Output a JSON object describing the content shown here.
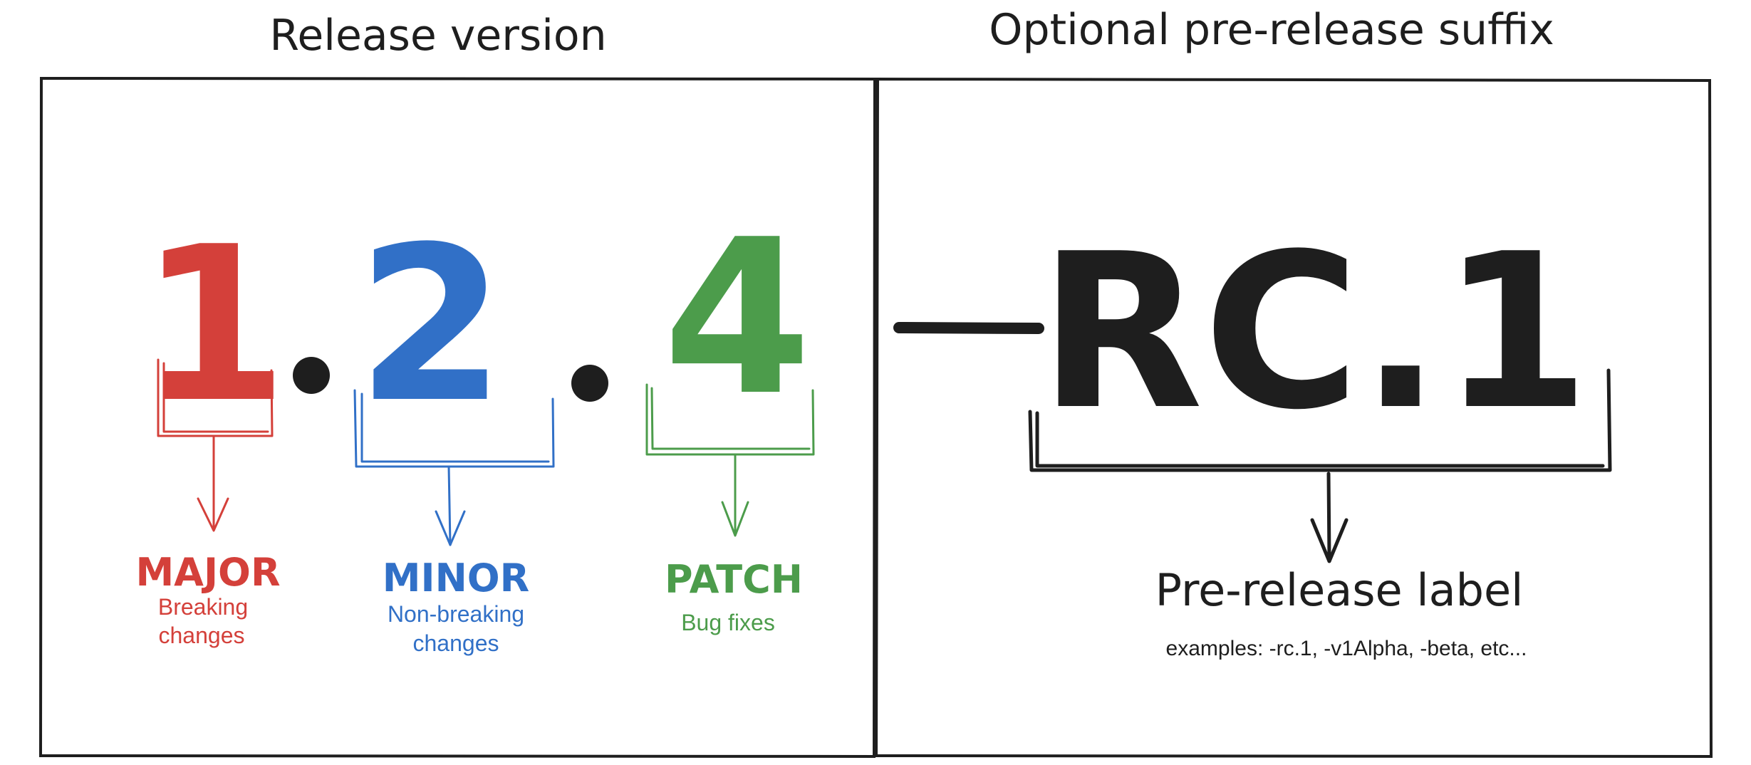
{
  "headings": {
    "left": "Release version",
    "right": "Optional pre-release suffix"
  },
  "version": {
    "major": "1",
    "minor": "2",
    "patch": "4",
    "separator": ".",
    "suffix_dash": "-",
    "suffix": "RC.1"
  },
  "labels": {
    "major": {
      "title": "MAJOR",
      "desc_line1": "Breaking",
      "desc_line2": "changes"
    },
    "minor": {
      "title": "MINOR",
      "desc_line1": "Non-breaking",
      "desc_line2": "changes"
    },
    "patch": {
      "title": "PATCH",
      "desc_line1": "Bug fixes"
    },
    "prerelease": {
      "title": "Pre-release label",
      "examples": "examples: -rc.1, -v1Alpha, -beta, etc..."
    }
  },
  "colors": {
    "major": "#d4403a",
    "minor": "#3170c7",
    "patch": "#4c9c4b",
    "ink": "#1e1e1e"
  }
}
